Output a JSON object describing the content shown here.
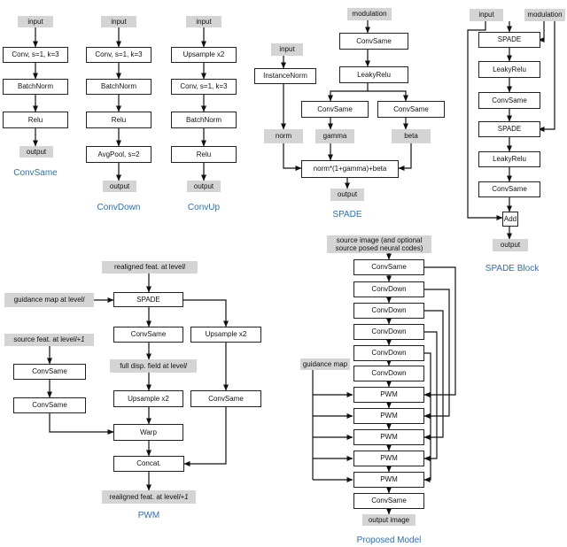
{
  "convsame": {
    "input": "input",
    "conv": "Conv, s=1, k=3",
    "batchnorm": "BatchNorm",
    "relu": "Relu",
    "output": "output",
    "caption": "ConvSame"
  },
  "convdown": {
    "input": "input",
    "conv": "Conv, s=1, k=3",
    "batchnorm": "BatchNorm",
    "relu": "Relu",
    "avgpool": "AvgPool, s=2",
    "output": "output",
    "caption": "ConvDown"
  },
  "convup": {
    "input": "input",
    "upsample": "Upsample x2",
    "conv": "Conv, s=1, k=3",
    "batchnorm": "BatchNorm",
    "relu": "Relu",
    "output": "output",
    "caption": "ConvUp"
  },
  "spade": {
    "modulation": "modulation",
    "convsame_top": "ConvSame",
    "leakyrelu": "LeakyRelu",
    "convsame_left": "ConvSame",
    "convsame_right": "ConvSame",
    "input": "input",
    "instancenorm": "InstanceNorm",
    "norm": "norm",
    "gamma": "gamma",
    "beta": "beta",
    "formula": "norm*(1+gamma)+beta",
    "output": "output",
    "caption": "SPADE"
  },
  "spade_block": {
    "input": "input",
    "modulation": "modulation",
    "spade1": "SPADE",
    "leakyrelu1": "LeakyRelu",
    "convsame1": "ConvSame",
    "spade2": "SPADE",
    "leakyrelu2": "LeakyRelu",
    "convsame2": "ConvSame",
    "add": "Add",
    "output": "output",
    "caption": "SPADE Block"
  },
  "pwm": {
    "realigned_in_prefix": "realigned feat. at level ",
    "realigned_in_var": "l",
    "guidance_prefix": "guidance map at level ",
    "guidance_var": "l",
    "spade": "SPADE",
    "convsame_mid": "ConvSame",
    "upsample_right": "Upsample x2",
    "source_prefix": "source feat. at level ",
    "source_var": "l+1",
    "convsame_left1": "ConvSame",
    "convsame_left2": "ConvSame",
    "disp_prefix": "full disp. field at level ",
    "disp_var": "l",
    "upsample_mid": "Upsample x2",
    "convsame_right": "ConvSame",
    "warp": "Warp",
    "concat": "Concat.",
    "realigned_out_prefix": "realigned feat. at level ",
    "realigned_out_var": "l+1",
    "caption": "PWM"
  },
  "model": {
    "source_label": "source image (and optional source posed neural codes)",
    "guidance_label": "guidance map",
    "convsame_top": "ConvSame",
    "convdown": [
      "ConvDown",
      "ConvDown",
      "ConvDown",
      "ConvDown",
      "ConvDown"
    ],
    "pwm": [
      "PWM",
      "PWM",
      "PWM",
      "PWM",
      "PWM"
    ],
    "convsame_bottom": "ConvSame",
    "output": "output image",
    "caption": "Proposed Model"
  }
}
